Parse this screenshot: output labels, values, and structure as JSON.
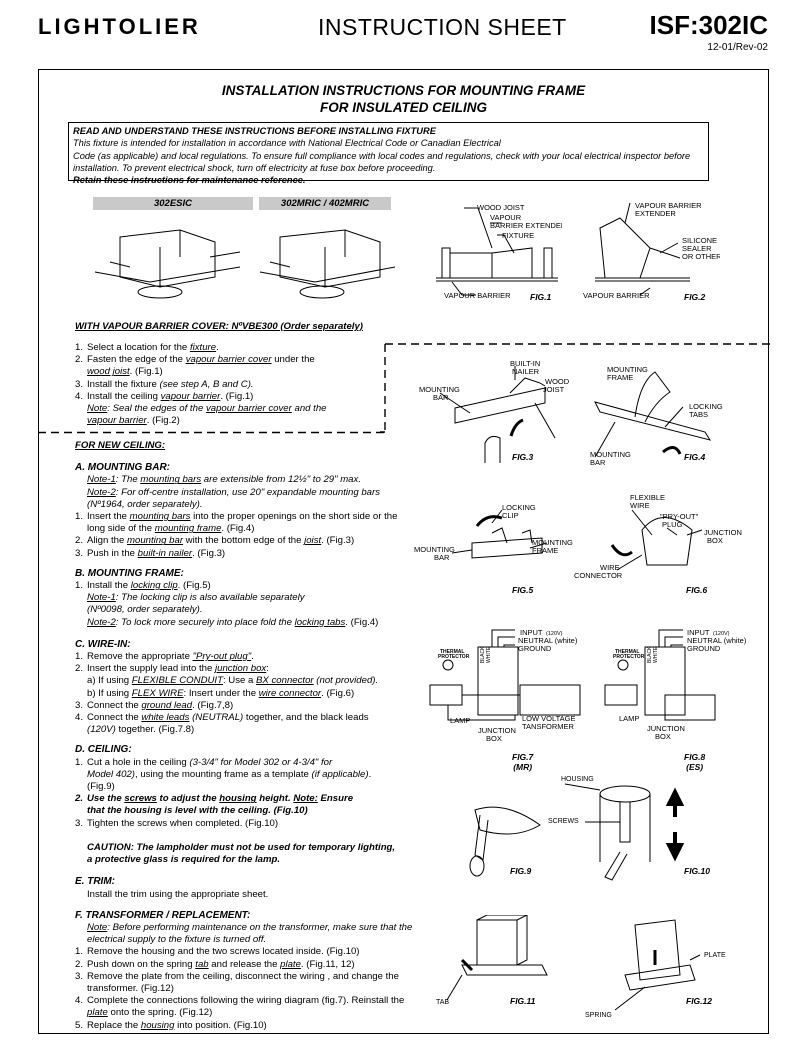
{
  "header": {
    "brand": "LIGHTOLIER",
    "sheet_title": "INSTRUCTION  SHEET",
    "code": "ISF:302IC",
    "revision": "12-01/Rev-02"
  },
  "title": {
    "line1": "INSTALLATION INSTRUCTIONS FOR MOUNTING FRAME",
    "line2": "FOR INSULATED CEILING"
  },
  "notice": {
    "heading": "READ AND UNDERSTAND THESE INSTRUCTIONS BEFORE INSTALLING FIXTURE",
    "line1": "This fixture is intended for installation in accordance with National Electrical Code or Canadian Electrical",
    "line2": "Code (as applicable) and local regulations. To ensure full compliance with local codes and regulations, check with your local electrical inspector before",
    "line3": "installation. To prevent electrical shock, turn off electricity at fuse box before proceeding.",
    "retain": "Retain these instructions for maintenance reference."
  },
  "models": {
    "left": "302ESIC",
    "right": "302MRIC / 402MRIC"
  },
  "figures": {
    "fig1": {
      "caption": "FIG.1",
      "wood_joist": "WOOD JOIST",
      "vbe1": "VAPOUR",
      "vbe2": "BARRIER EXTENDER",
      "fixture": "FIXTURE",
      "vb": "VAPOUR  BARRIER"
    },
    "fig2": {
      "caption": "FIG.2",
      "vbe1": "VAPOUR  BARRIER",
      "vbe2": "EXTENDER",
      "s1": "SILICONE",
      "s2": "SEALER",
      "s3": "OR OTHER",
      "vb": "VAPOUR  BARRIER"
    },
    "fig3": {
      "caption": "FIG.3",
      "bn1": "BUILT-IN",
      "bn2": "NAILER",
      "mb1": "MOUNTING",
      "mb2": "BAR",
      "wj1": "WOOD",
      "wj2": "JOIST"
    },
    "fig4": {
      "caption": "FIG.4",
      "mf1": "MOUNTING",
      "mf2": "FRAME",
      "lt1": "LOCKING",
      "lt2": "TABS",
      "mb1": "MOUNTING",
      "mb2": "BAR"
    },
    "fig5": {
      "caption": "FIG.5",
      "lc1": "LOCKING",
      "lc2": "CLIP",
      "mb1": "MOUNTING",
      "mb2": "BAR",
      "mf1": "MOUNTING",
      "mf2": "FRAME"
    },
    "fig6": {
      "caption": "FIG.6",
      "fw1": "FLEXIBLE",
      "fw2": "WIRE",
      "po1": "\"PRY-OUT\"",
      "po2": "PLUG",
      "jb1": "JUNCTION",
      "jb2": "BOX",
      "wc1": "WIRE",
      "wc2": "CONNECTOR"
    },
    "fig7": {
      "caption": "FIG.7",
      "sub": "(MR)",
      "input": "INPUT",
      "v": "(120V)",
      "neutral": "NEUTRAL  (white)",
      "ground": "GROUND",
      "tp1": "THERMAL",
      "tp2": "PROTECTOR",
      "black": "BLACK",
      "white": "WHITE",
      "lamp": "LAMP",
      "jb1": "JUNCTION",
      "jb2": "BOX",
      "lv1": "LOW VOLTAGE",
      "lv2": "TANSFORMER"
    },
    "fig8": {
      "caption": "FIG.8",
      "sub": "(ES)",
      "input": "INPUT",
      "v": "(120V)",
      "neutral": "NEUTRAL  (white)",
      "ground": "GROUND",
      "tp1": "THERMAL",
      "tp2": "PROTECTOR",
      "black": "BLACK",
      "white": "WHITE",
      "lamp": "LAMP",
      "jb1": "JUNCTION",
      "jb2": "BOX"
    },
    "fig9": {
      "caption": "FIG.9"
    },
    "fig10": {
      "caption": "FIG.10",
      "housing": "HOUSING",
      "screws": "SCREWS"
    },
    "fig11": {
      "caption": "FIG.11",
      "tab": "TAB"
    },
    "fig12": {
      "caption": "FIG.12",
      "plate": "PLATE",
      "spring": "SPRING"
    }
  },
  "vapour": {
    "heading": "WITH VAPOUR BARRIER COVER: NºVBE300 (Order separately)",
    "s1a": "Select a location for the ",
    "s1b": "fixture",
    "s1c": ".",
    "s2a": "Fasten the edge of the ",
    "s2b": "vapour barrier cover",
    "s2c": " under the",
    "s2d": "wood joist",
    "s2e": ". (Fig.1)",
    "s3a": "Install the fixture ",
    "s3b": "(see step A, B and C).",
    "s4a": "Install the ceiling ",
    "s4b": "vapour barrier",
    "s4c": ". (Fig.1)",
    "s4d": "Note",
    "s4e": ": Seal the edges of the ",
    "s4f": "vapour barrier cover",
    "s4g": " and the",
    "s4h": "vapour barrier",
    "s4i": ". (Fig.2)"
  },
  "new_ceiling": {
    "heading": "FOR NEW CEILING:",
    "a_heading": "A. MOUNTING BAR:",
    "a_n1a": "Note-1",
    "a_n1b": ": The ",
    "a_n1c": "mounting bars",
    "a_n1d": " are extensible from 12½\" to 29\" max.",
    "a_n2a": "Note-2",
    "a_n2b": ": For off-centre installation, use 20\" expandable mounting bars",
    "a_n2c": "(Nº1964,  order  separately).",
    "a1a": "Insert the ",
    "a1b": "mounting bars",
    "a1c": " into the proper openings on the short side or the",
    "a1d": "long side of the ",
    "a1e": "mounting frame",
    "a1f": ". (Fig.4)",
    "a2a": "Align the ",
    "a2b": "mounting bar",
    "a2c": " with the bottom edge of the ",
    "a2d": "joist",
    "a2e": ". (Fig.3)",
    "a3a": "Push in the ",
    "a3b": "built-in nailer",
    "a3c": ". (Fig.3)",
    "b_heading": "B. MOUNTING FRAME:",
    "b1a": "Install the ",
    "b1b": "locking clip",
    "b1c": ". (Fig.5)",
    "b_n1a": "Note-1",
    "b_n1b": ": The locking clip is also available separately",
    "b_n1c": "(Nº0098,  order  separately).",
    "b_n2a": "Note-2",
    "b_n2b": ": To lock more securely into place fold the ",
    "b_n2c": "locking tabs",
    "b_n2d": ". (Fig.4)",
    "c_heading": "C. WIRE-IN:",
    "c1a": "Remove the appropriate ",
    "c1b": "\"Pry-out plug\"",
    "c1c": ".",
    "c2a": "Insert the supply lead into the ",
    "c2b": "junction box",
    "c2c": ":",
    "c2d": "a) If using ",
    "c2e": "FLEXIBLE CONDUIT",
    "c2f": ": Use a ",
    "c2g": "BX connector",
    "c2h": " (not provided).",
    "c2i": "b) If using ",
    "c2j": "FLEX WIRE",
    "c2k": ": Insert under the ",
    "c2l": "wire connector",
    "c2m": ". (Fig.6)",
    "c3a": "Connect the ",
    "c3b": "ground lead",
    "c3c": ". (Fig.7,8)",
    "c4a": "Connect the ",
    "c4b": "white leads",
    "c4c": " (NEUTRAL)",
    "c4d": " together, and the black leads",
    "c4e": "(120V)",
    "c4f": "  together. (Fig.7.8)",
    "d_heading": "D. CEILING:",
    "d1a": "Cut a hole in the ceiling ",
    "d1b": "(3-3/4\" for Model 302 or 4-3/4\" for",
    "d1c": "Model 402)",
    "d1d": ", using the mounting frame as a template ",
    "d1e": "(if applicable)",
    "d1f": ".",
    "d1g": "(Fig.9)",
    "d2a": "Use the ",
    "d2b": "screws",
    "d2c": " to adjust the ",
    "d2d": "housing",
    "d2e": " height. ",
    "d2f": "Note:",
    "d2g": " Ensure",
    "d2h": "that the housing is level with the ceiling. (Fig.10)",
    "d3": "Tighten the screws when completed. (Fig.10)",
    "caution1": "CAUTION: The lampholder must not be used for temporary lighting,",
    "caution2": "a protective glass is required for the lamp.",
    "e_heading": "E. TRIM:",
    "e1": "Install the trim using the appropriate sheet.",
    "f_heading": "F. TRANSFORMER / REPLACEMENT:",
    "f_na": "Note",
    "f_nb": ": Before performing maintenance on the transformer, make sure that the",
    "f_nc": "electrical supply to the fixture is turned off.",
    "f1": "Remove the housing and the two screws located inside. (Fig.10)",
    "f2a": "Push down on the spring ",
    "f2b": "tab",
    "f2c": " and release the ",
    "f2d": "plate",
    "f2e": ". (Fig.11, 12)",
    "f3a": "Remove the plate from the ceiling, disconnect the wiring , and change the",
    "f3b": "transformer.  (Fig.12)",
    "f4a": "Complete the connections following the wiring diagram (fig.7). Reinstall the",
    "f4b": "plate",
    "f4c": " onto the spring. (Fig.12)",
    "f5a": "Replace the ",
    "f5b": "housing",
    "f5c": " into position. (Fig.10)"
  }
}
